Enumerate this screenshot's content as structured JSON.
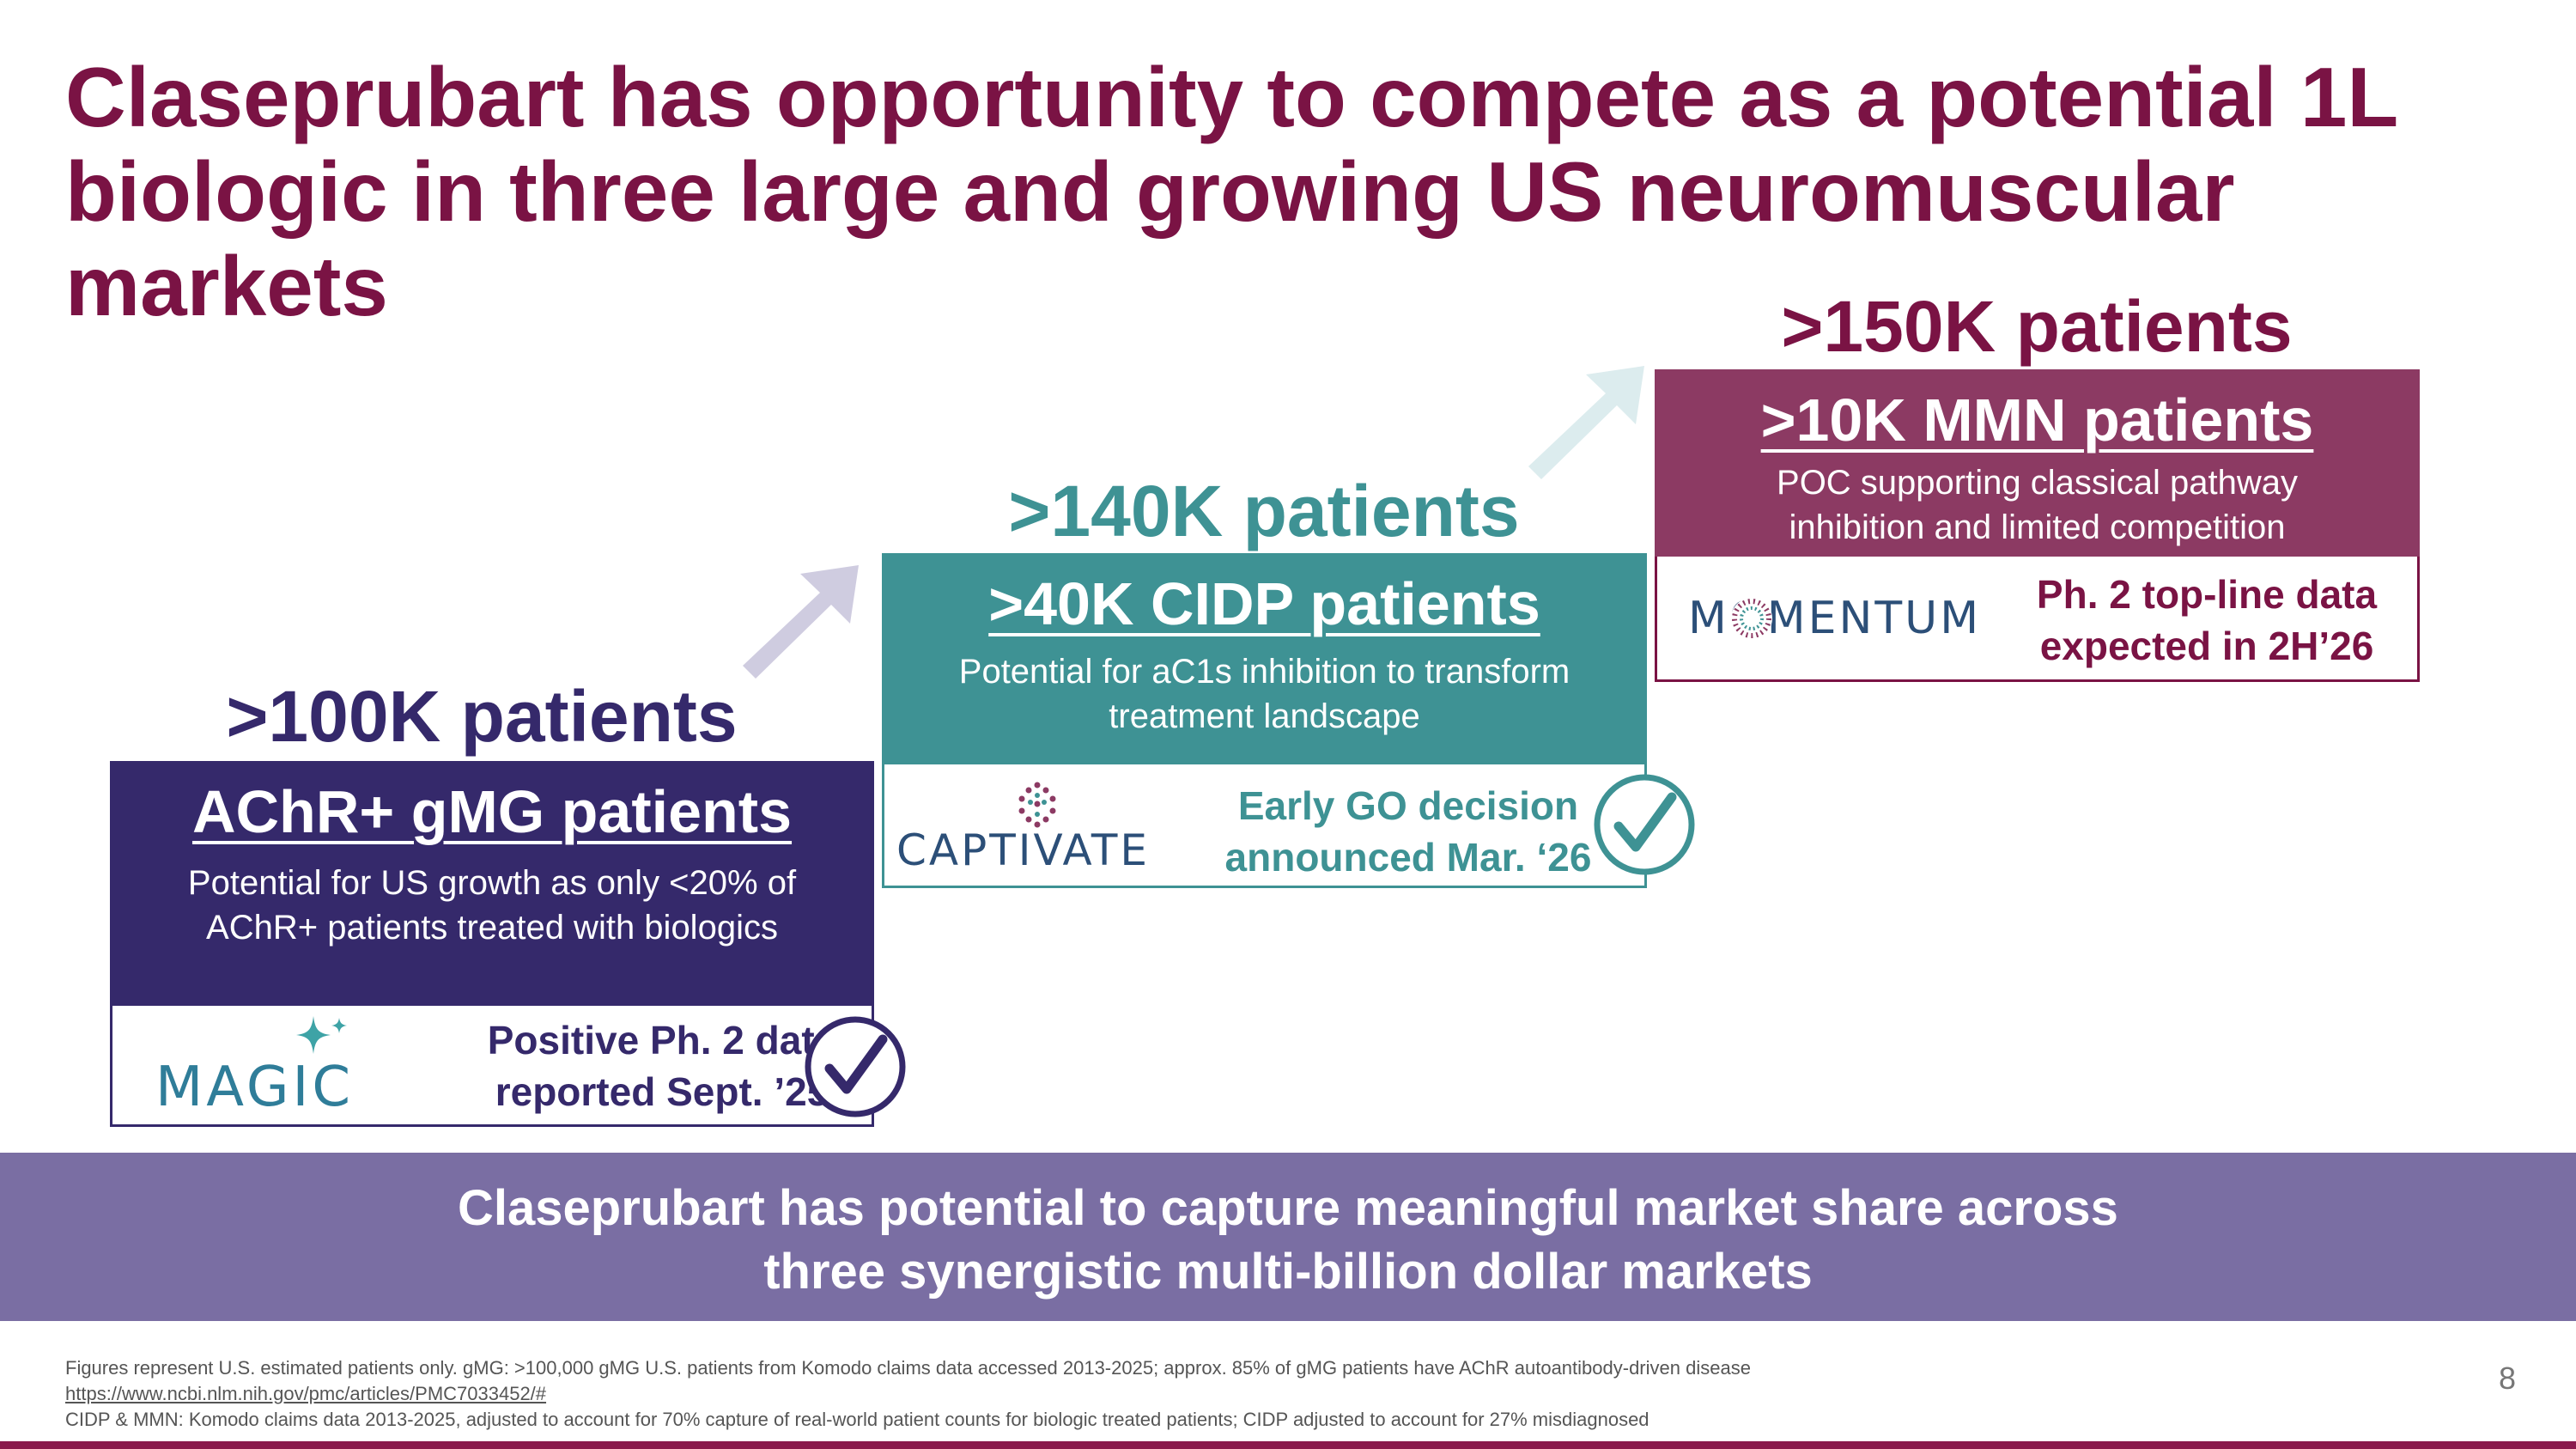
{
  "title": {
    "line1": "Claseprubart has opportunity to compete as a potential 1L",
    "line2": "biologic in three large and growing US neuromuscular",
    "line3": "markets"
  },
  "markets": [
    {
      "total": ">100K patients",
      "heading": "AChR+ gMG patients",
      "desc1": "Potential for US growth as only <20% of",
      "desc2": "AChR+ patients treated with biologics",
      "trial_logo": "MAGIC",
      "status1": "Positive Ph. 2 data",
      "status2": "reported Sept. ’25",
      "color": "#35296b"
    },
    {
      "total": ">140K patients",
      "heading": ">40K CIDP patients",
      "desc1": "Potential for aC1s inhibition to transform",
      "desc2": "treatment landscape",
      "trial_logo": "CAPTIVATE",
      "status1": "Early GO decision",
      "status2": "announced Mar. ‘26",
      "color": "#3e9294"
    },
    {
      "total": ">150K patients",
      "heading": ">10K MMN patients",
      "desc1": "POC supporting classical pathway",
      "desc2": "inhibition and limited competition",
      "trial_logo": "MOMENTUM",
      "status1": "Ph. 2 top-line data",
      "status2": "expected in 2H’26",
      "color": "#8c3a63"
    }
  ],
  "banner": {
    "line1": "Claseprubart has potential to capture meaningful market share across",
    "line2": "three synergistic multi-billion dollar markets"
  },
  "footnotes": {
    "line1": "Figures represent U.S. estimated patients only. gMG: >100,000 gMG U.S. patients from Komodo claims data accessed 2013-2025; approx. 85% of gMG patients have AChR autoantibody-driven disease",
    "link": "https://www.ncbi.nlm.nih.gov/pmc/articles/PMC7033452/#",
    "line2": "CIDP & MMN: Komodo claims data 2013-2025, adjusted to account for 70% capture of real-world patient counts for biologic treated patients; CIDP adjusted to account for 27% misdiagnosed"
  },
  "page_number": "8",
  "icons": [
    "arrow-up-right-icon",
    "checkmark-circle-icon",
    "sparkle-icon",
    "dots-cluster-icon",
    "dotted-ring-icon"
  ]
}
